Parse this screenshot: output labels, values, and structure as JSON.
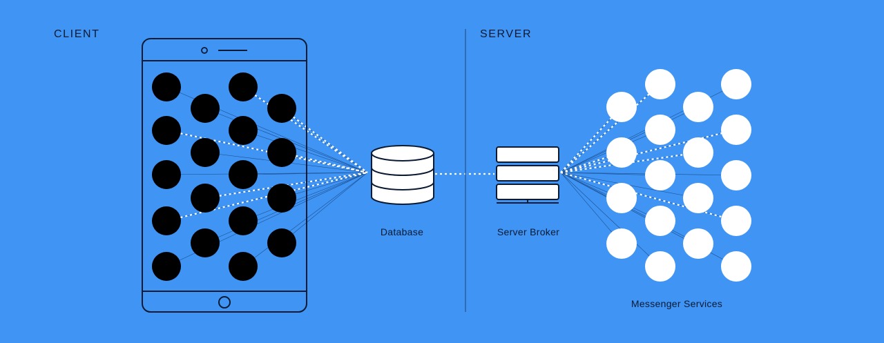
{
  "labels": {
    "client": "CLIENT",
    "server": "SERVER",
    "database": "Database",
    "server_broker": "Server Broker",
    "messenger_services": "Messenger Services"
  },
  "colors": {
    "background": "#3f94f4",
    "ink": "#0a1a33",
    "client_node": "#000000",
    "service_node": "#ffffff"
  },
  "components": {
    "client_device": "tablet",
    "database_icon": "database-cylinder-icon",
    "broker_icon": "server-rack-icon"
  }
}
